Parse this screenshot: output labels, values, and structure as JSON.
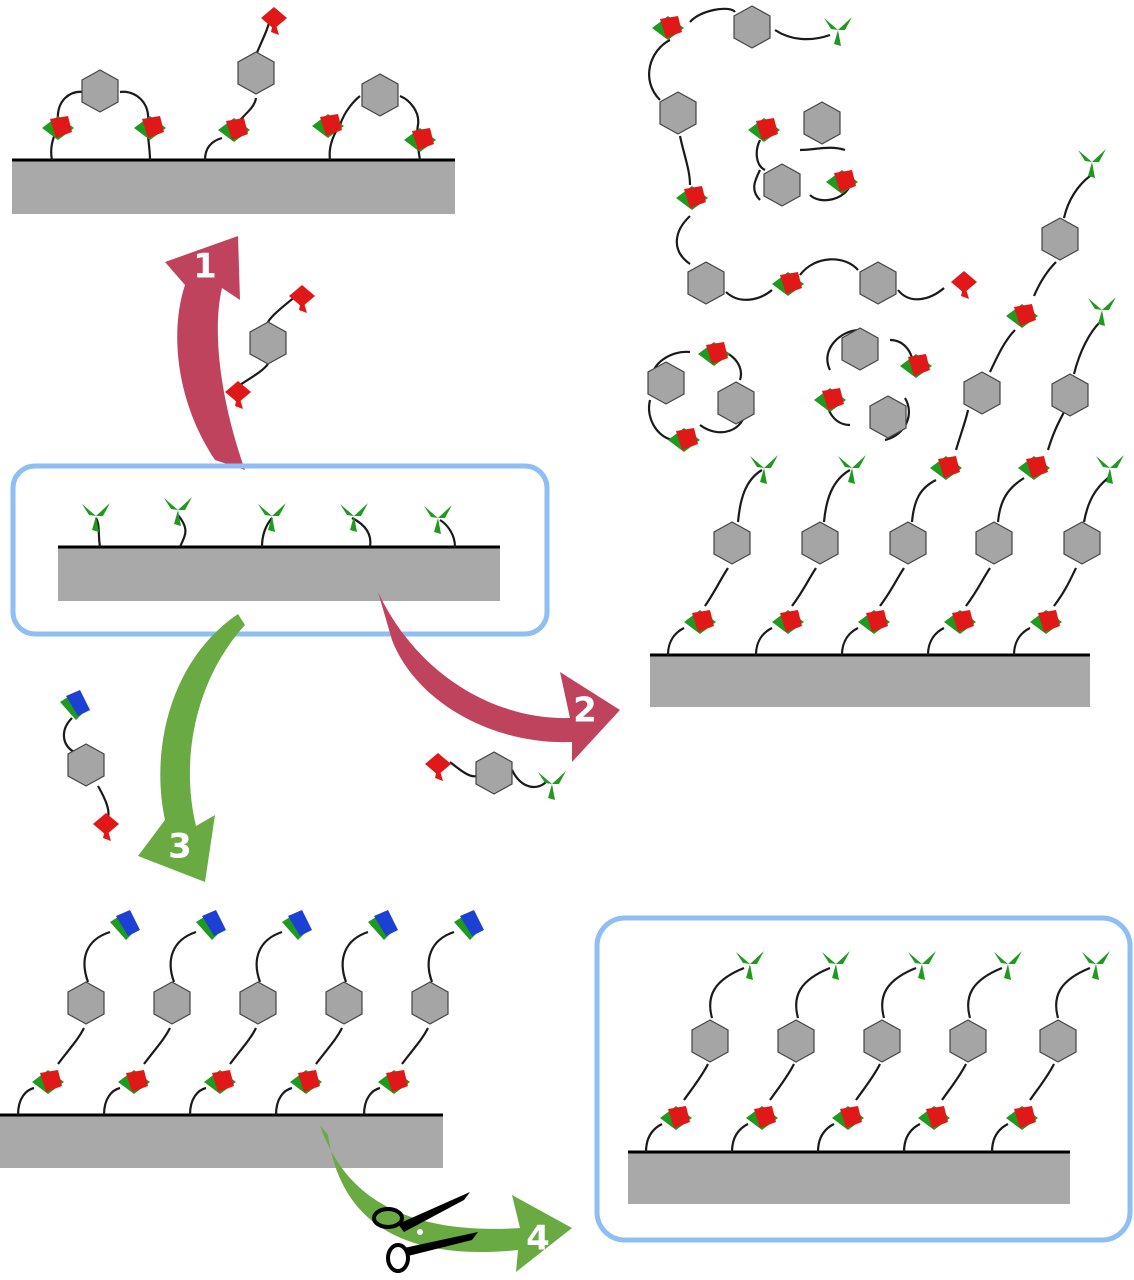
{
  "colors": {
    "surface": "#a9a9a9",
    "frame": "#8fbef5",
    "arrow_red": "#c0435e",
    "arrow_green": "#6aaa42",
    "mol_green": "#1e9a1e",
    "mol_red": "#e01818",
    "mol_blue": "#1c3fd4",
    "hexagon": "#a5a5a5"
  },
  "steps": {
    "step1": "1",
    "step2": "2",
    "step3": "3",
    "step4": "4"
  },
  "icons": [
    "scissors-icon"
  ]
}
